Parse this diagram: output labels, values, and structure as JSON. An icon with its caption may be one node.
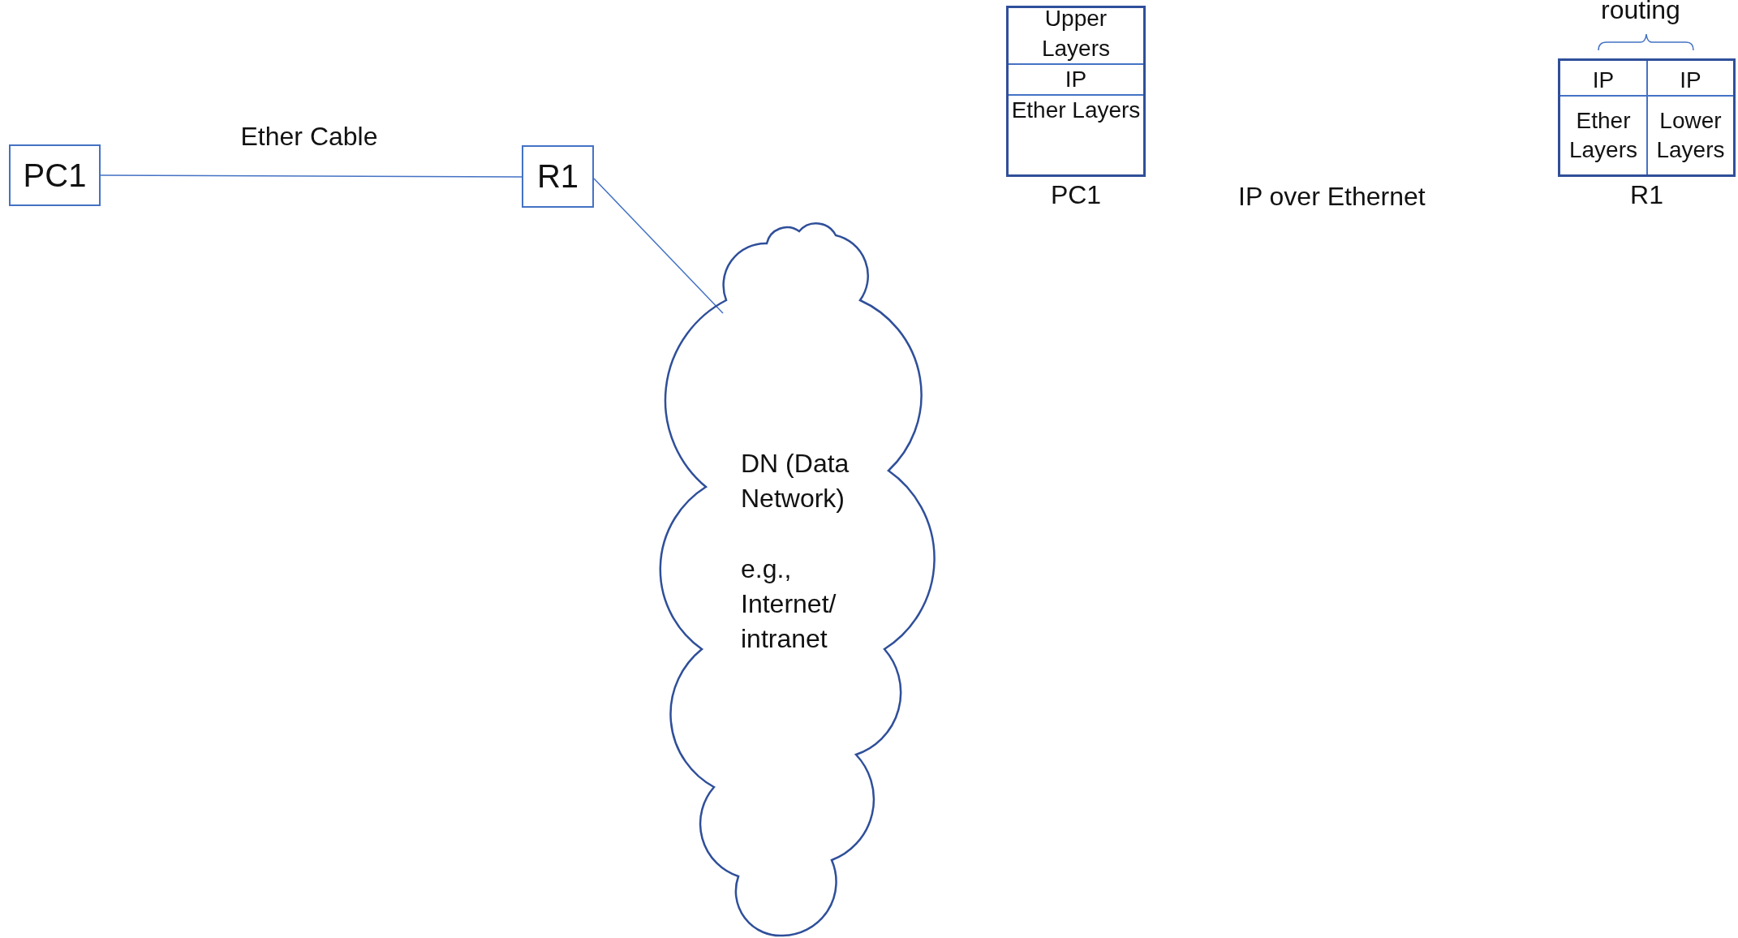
{
  "diagram": {
    "nodes": [
      {
        "text": [
          "PC1"
        ]
      },
      {
        "text": [
          "R1"
        ]
      },
      {
        "text": [
          "DN (Data Network)",
          "e.g., Internet/ intranet"
        ]
      },
      {
        "text": [
          "PC1"
        ]
      },
      {
        "text": [
          "Upper Layers"
        ],
        "in": 3
      },
      {
        "text": [
          "IP"
        ],
        "in": 3
      },
      {
        "text": [
          "Ether Layers"
        ],
        "in": 3
      },
      {
        "text": [
          "R1"
        ]
      },
      {
        "text": [
          "IP"
        ],
        "in": 7
      },
      {
        "text": [
          "IP"
        ],
        "in": 7
      },
      {
        "text": [
          "Ether Layers"
        ],
        "in": 7
      },
      {
        "text": [
          "Lower Layers"
        ],
        "in": 7
      }
    ],
    "edges": [
      {
        "from": 0,
        "to": 1,
        "arrow": "none",
        "label": "Ether Cable"
      },
      {
        "from": 1,
        "to": 2,
        "arrow": "none"
      }
    ],
    "labels": [
      "routing",
      "IP over Ethernet"
    ]
  }
}
